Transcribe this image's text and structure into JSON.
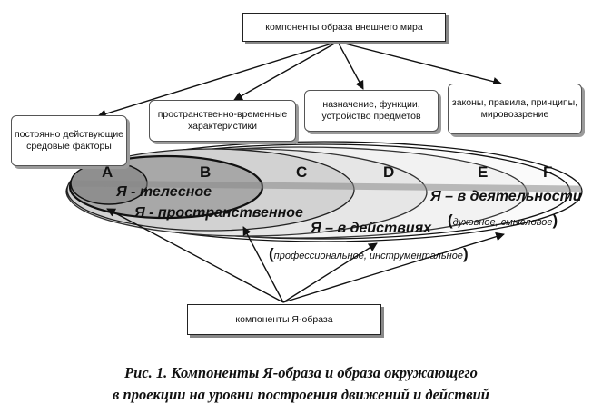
{
  "top_box": "компоненты образа внешнего мира",
  "boxes": [
    "постоянно действующие средовые факторы",
    "пространственно-временные характеристики",
    "назначение, функции, устройство предметов",
    "законы, правила, принципы, мировоззрение"
  ],
  "bottom_box": "компоненты Я-образа",
  "letters": [
    "A",
    "B",
    "C",
    "D",
    "E",
    "F"
  ],
  "self_labels": {
    "telesnoe": "Я - телесное",
    "prostranstvennoe": "Я - пространственное",
    "v_deystviyah": "Я – в действиях",
    "v_deyatelnosti": "Я – в деятельности"
  },
  "sub_labels": {
    "prof": "профессиональное, инструментальное",
    "dukh": "духовное, смысловое"
  },
  "caption": {
    "line1": "Рис. 1. Компоненты Я-образа и образа окружающего",
    "line2": "в проекции на уровни построения движений и действий"
  }
}
